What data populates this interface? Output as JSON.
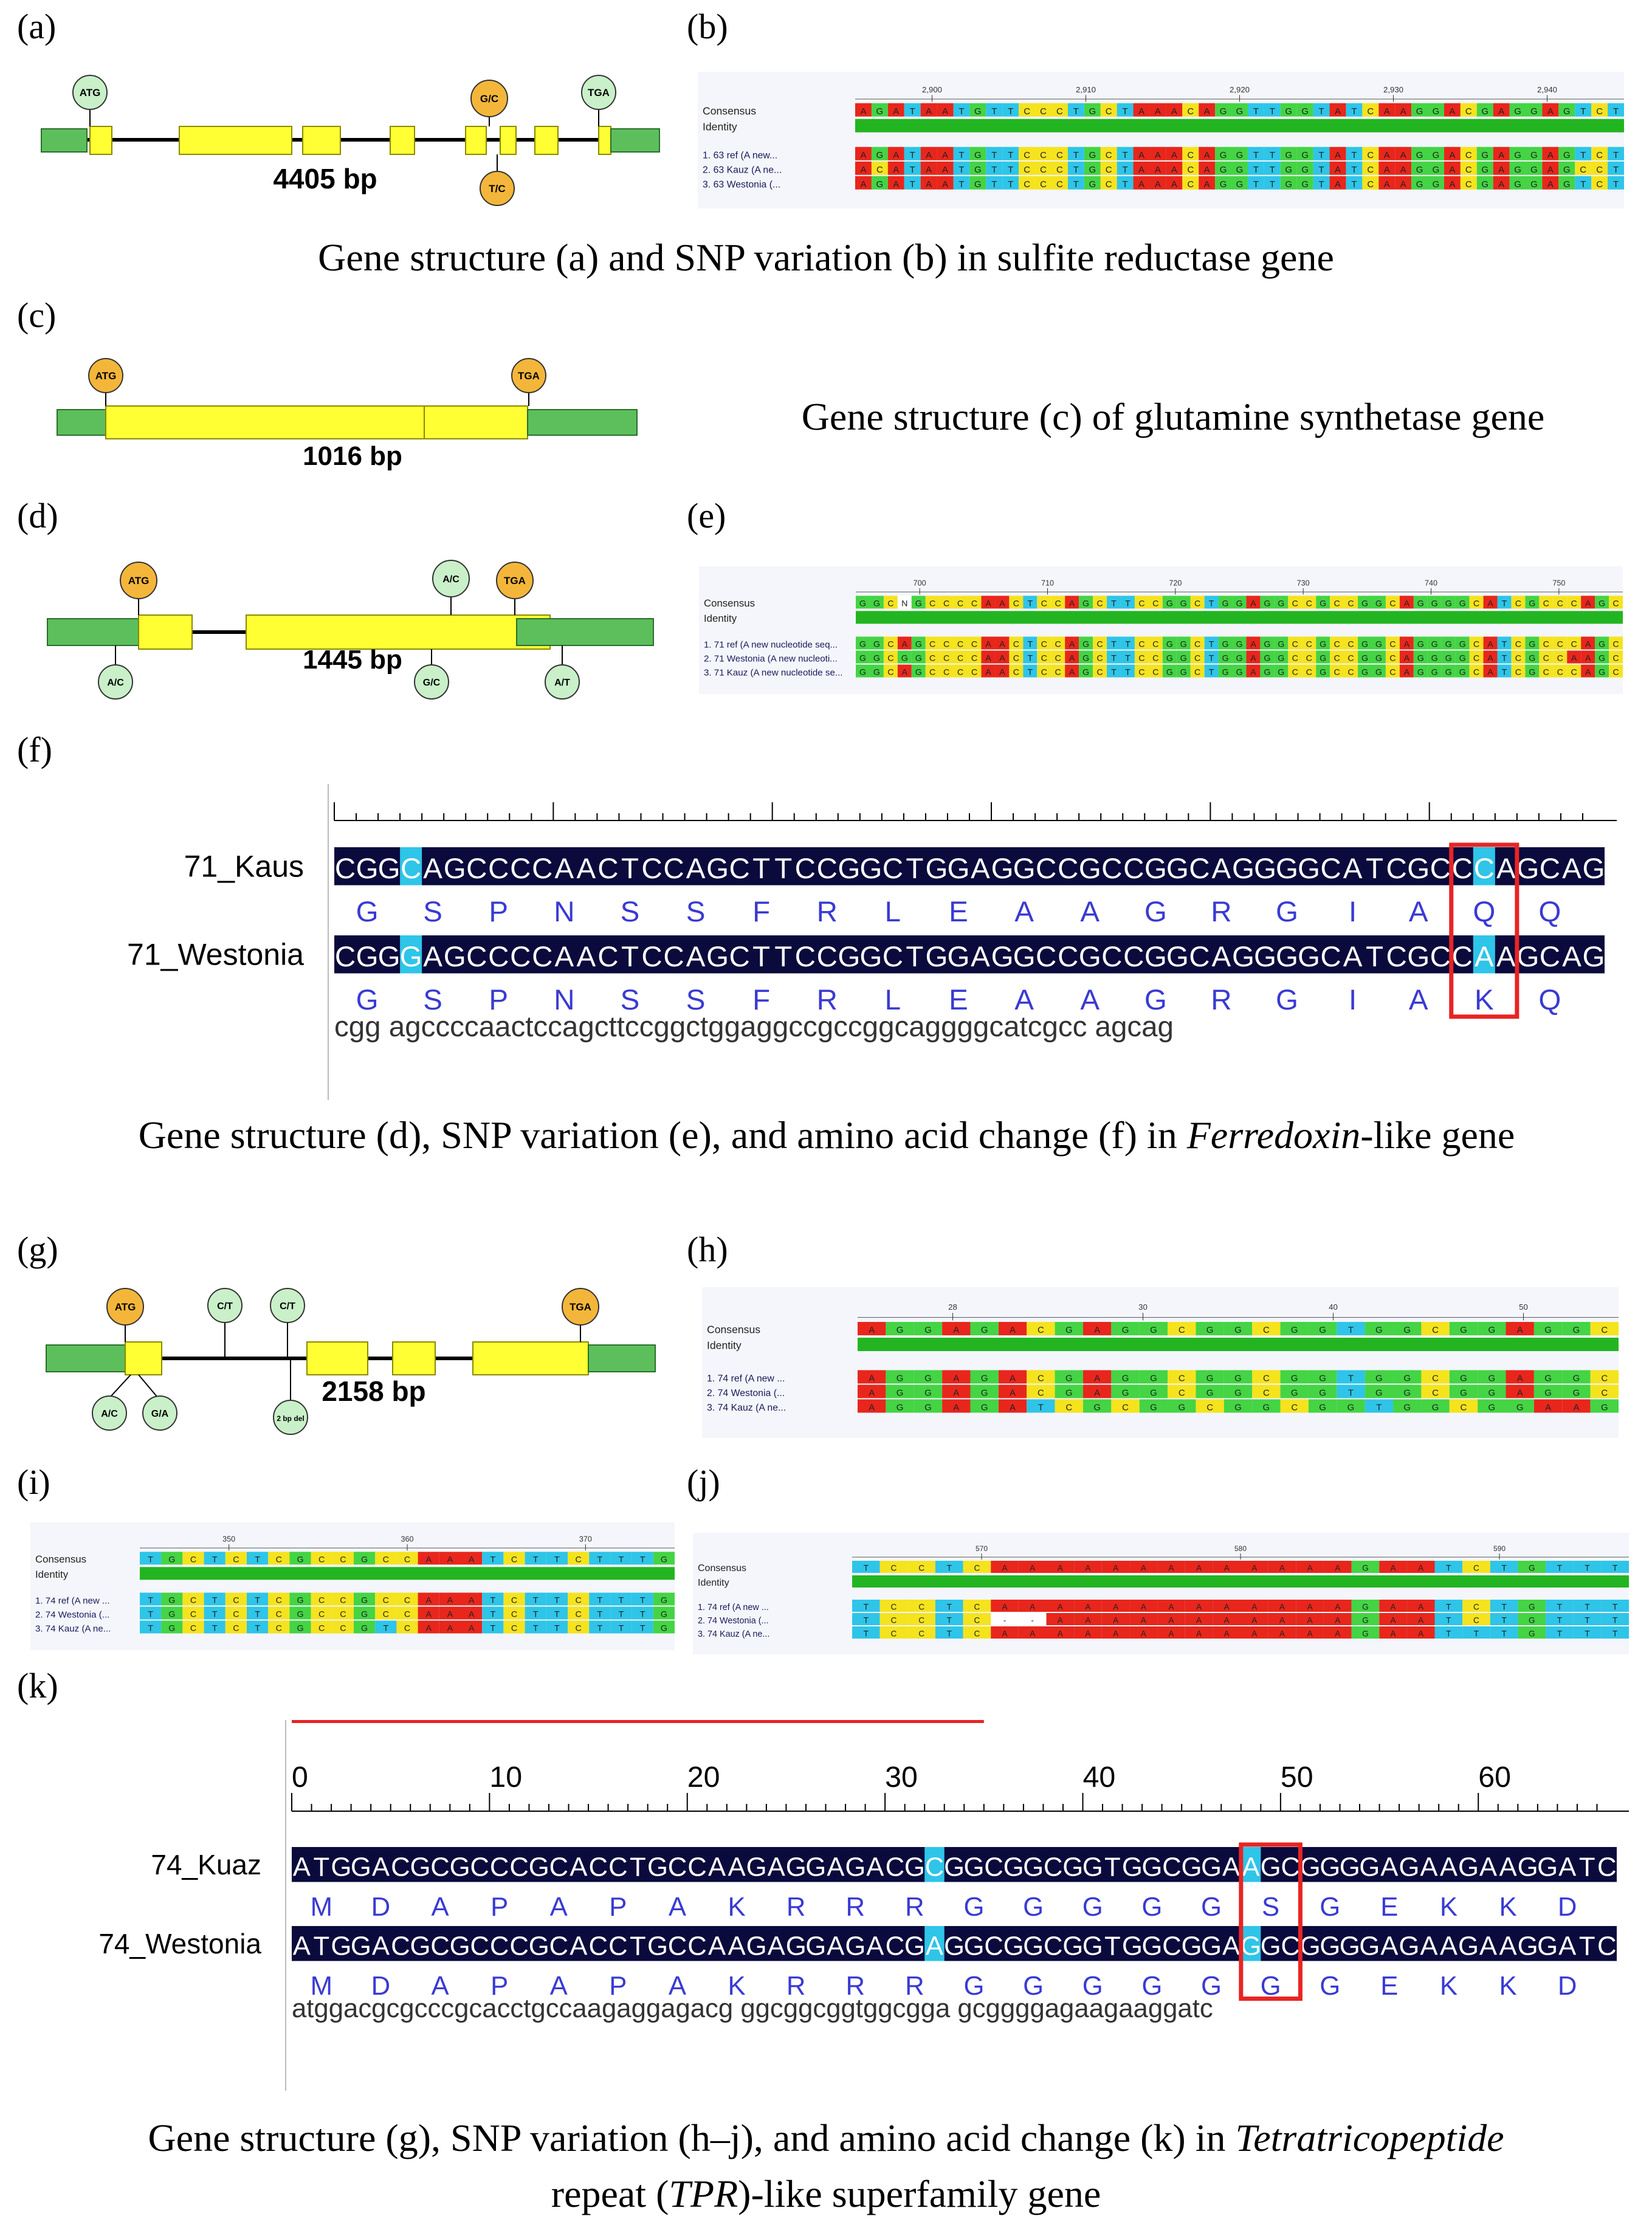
{
  "labels": {
    "a": "(a)",
    "b": "(b)",
    "c": "(c)",
    "d": "(d)",
    "e": "(e)",
    "f": "(f)",
    "g": "(g)",
    "h": "(h)",
    "i": "(i)",
    "j": "(j)",
    "k": "(k)"
  },
  "captions": {
    "ab": "Gene structure (a) and SNP variation (b) in sulfite reductase gene",
    "c": "Gene structure (c) of glutamine synthetase gene",
    "def_pre": "Gene structure (d), SNP variation (e), and amino acid change (f) in ",
    "def_em": "Ferredoxin",
    "def_post": "-like gene",
    "gk_pre": "Gene structure (g), SNP variation (h–j), and amino acid change (k) in ",
    "gk_em": "Tetratricopeptide",
    "gk_line2_pre": "repeat (",
    "gk_line2_em": "TPR",
    "gk_line2_post": ")-like superfamily gene"
  },
  "gene_a": {
    "length": "4405 bp",
    "start": "ATG",
    "stop": "TGA",
    "snps": [
      "G/C",
      "T/C"
    ]
  },
  "gene_c": {
    "length": "1016 bp",
    "start": "ATG",
    "stop": "TGA"
  },
  "gene_d": {
    "length": "1445 bp",
    "start": "ATG",
    "stop": "TGA",
    "snps": [
      "A/C",
      "A/C",
      "G/C",
      "A/T"
    ]
  },
  "gene_g": {
    "length": "2158 bp",
    "start": "ATG",
    "stop": "TGA",
    "snps": [
      "C/T",
      "C/T",
      "A/C",
      "G/A",
      "2 bp del"
    ]
  },
  "colors": {
    "A": "#e8261c",
    "T": "#2ec5e8",
    "C": "#f5e31e",
    "G": "#44d444",
    "exon": "#ffff33",
    "utr": "#5cbf5c",
    "identity": "#23b521",
    "start_codon": "#f4b63a",
    "snp_marker": "#c9f0c9",
    "box": "#e82424",
    "seqbg": "#0a0a3c",
    "aa": "#3a3ad4"
  },
  "align_b": {
    "consensus_label": "Consensus",
    "identity_label": "Identity",
    "ticks": [
      "2,900",
      "2,910",
      "2,920",
      "2,930",
      "2,940"
    ],
    "consensus": "AGATAATGTTCCCTGCTAAACAGGTTGGTATCAAGGACGAGGAGTCT",
    "rows": [
      {
        "name": "1. 63 ref (A new...",
        "seq": "AGATAATGTTCCCTGCTAAACAGGTTGGTATCAAGGACGAGGAGTCT"
      },
      {
        "name": "2. 63 Kauz (A ne...",
        "seq": "ACATAATGTTCCCTGCTAAACAGGTTGGTATCAAGGACGAGGAGCCT"
      },
      {
        "name": "3. 63 Westonia (...",
        "seq": "AGATAATGTTCCCTGCTAAACAGGTTGGTATCAAGGACGAGGAGTCT"
      }
    ]
  },
  "align_e": {
    "consensus_label": "Consensus",
    "identity_label": "Identity",
    "ticks": [
      "700",
      "710",
      "720",
      "730",
      "740",
      "750"
    ],
    "consensus": "GGCNGCCCCAACTCCAGCTTCCGGCTGGAGGCCGCCGGCAGGGGCATCGCCCAGC",
    "rows": [
      {
        "name": "1. 71 ref (A new nucleotide seq...",
        "seq": "GGCAGCCCCAACTCCAGCTTCCGGCTGGAGGCCGCCGGCAGGGGCATCGCCCAGC"
      },
      {
        "name": "2. 71 Westonia (A new nucleoti...",
        "seq": "GGCGGCCCCAACTCCAGCTTCCGGCTGGAGGCCGCCGGCAGGGGCATCGCCAAGC"
      },
      {
        "name": "3. 71 Kauz (A new nucleotide se...",
        "seq": "GGCAGCCCCAACTCCAGCTTCCGGCTGGAGGCCGCCGGCAGGGGCATCGCCCAGC"
      }
    ]
  },
  "align_h": {
    "consensus_label": "Consensus",
    "identity_label": "Identity",
    "ticks": [
      "28",
      "30",
      "40",
      "50"
    ],
    "consensus": "AGGAGACGAGGCGGCGGTGGCGGAGGC",
    "rows": [
      {
        "name": "1. 74 ref (A new ...",
        "seq": "AGGAGACGAGGCGGCGGTGGCGGAGGC"
      },
      {
        "name": "2. 74 Westonia (...",
        "seq": "AGGAGACGAGGCGGCGGTGGCGGAGGC"
      },
      {
        "name": "3. 74 Kauz (A ne...",
        "seq": "AGGAGATCGCGGCGGCGGTGGCGGAAGGC"
      }
    ]
  },
  "align_i": {
    "consensus_label": "Consensus",
    "identity_label": "Identity",
    "ticks": [
      "350",
      "360",
      "370"
    ],
    "consensus": "TGCTCTCGCCGCCAAATCTTCTTTG",
    "rows": [
      {
        "name": "1. 74 ref (A new ...",
        "seq": "TGCTCTCGCCGCCAAATCTTCTTTG"
      },
      {
        "name": "2. 74 Westonia (...",
        "seq": "TGCTCTCGCCGCCAAATCTTCTTTG"
      },
      {
        "name": "3. 74 Kauz (A ne...",
        "seq": "TGCTCTCGCCGTCAAATCTTCTTTG"
      }
    ]
  },
  "align_j": {
    "consensus_label": "Consensus",
    "identity_label": "Identity",
    "ticks": [
      "570",
      "580",
      "590"
    ],
    "consensus": "TCCTCAAAAAAAAAAAAAGAATCTGTTT",
    "rows": [
      {
        "name": "1. 74 ref (A new ...",
        "seq": "TCCTCAAAAAAAAAAAAAGAATCTGTTT"
      },
      {
        "name": "2. 74 Westonia (...",
        "seq": "TCCTC--AAAAAAAAAAAGAATCTGTTT"
      },
      {
        "name": "3. 74 Kauz (A ne...",
        "seq": "TCCTCAAAAAAAAAAAAAGAATTTGTTT"
      }
    ]
  },
  "trans_f": {
    "rows": [
      {
        "name": "71_Kaus",
        "dna": "CGGCAGCCCCAACTCCAGCTTCCGGCTGGAGGCCGCCGGCAGGGGCATCGCCCAGCAG",
        "aa": "G S P N S S F R L E A A G R G I A Q Q"
      },
      {
        "name": "71_Westonia",
        "dna": "CGGGAGCCCCAACTCCAGCTTCCGGCTGGAGGCCGCCGGCAGGGGCATCGCCAAGCAG",
        "aa": "G S P N S S F R L E A A G R G I A K Q"
      }
    ],
    "consensus": "cgg agccccaactccagcttccggctggaggccgccggcaggggcatcgcc agcag"
  },
  "trans_k": {
    "ticks": [
      "0",
      "10",
      "20",
      "30",
      "40",
      "50",
      "60"
    ],
    "rows": [
      {
        "name": "74_Kuaz",
        "dna": "ATGGACGCGCCCGCACCTGCCAAGAGGAGACGCGGCGGCGGTGGCGGAAGCGGGGAGAAGAAGGATC",
        "aa": "M D A P A P A K R R R G G G G G S G E K K D"
      },
      {
        "name": "74_Westonia",
        "dna": "ATGGACGCGCCCGCACCTGCCAAGAGGAGACGAGGCGGCGGTGGCGGAGGCGGGGAGAAGAAGGATC",
        "aa": "M D A P A P A K R R R G G G G G G G E K K D"
      }
    ],
    "consensus": "atggacgcgcccgcacctgccaagaggagacg ggcggcggtggcgga gcggggagaagaaggatc"
  }
}
